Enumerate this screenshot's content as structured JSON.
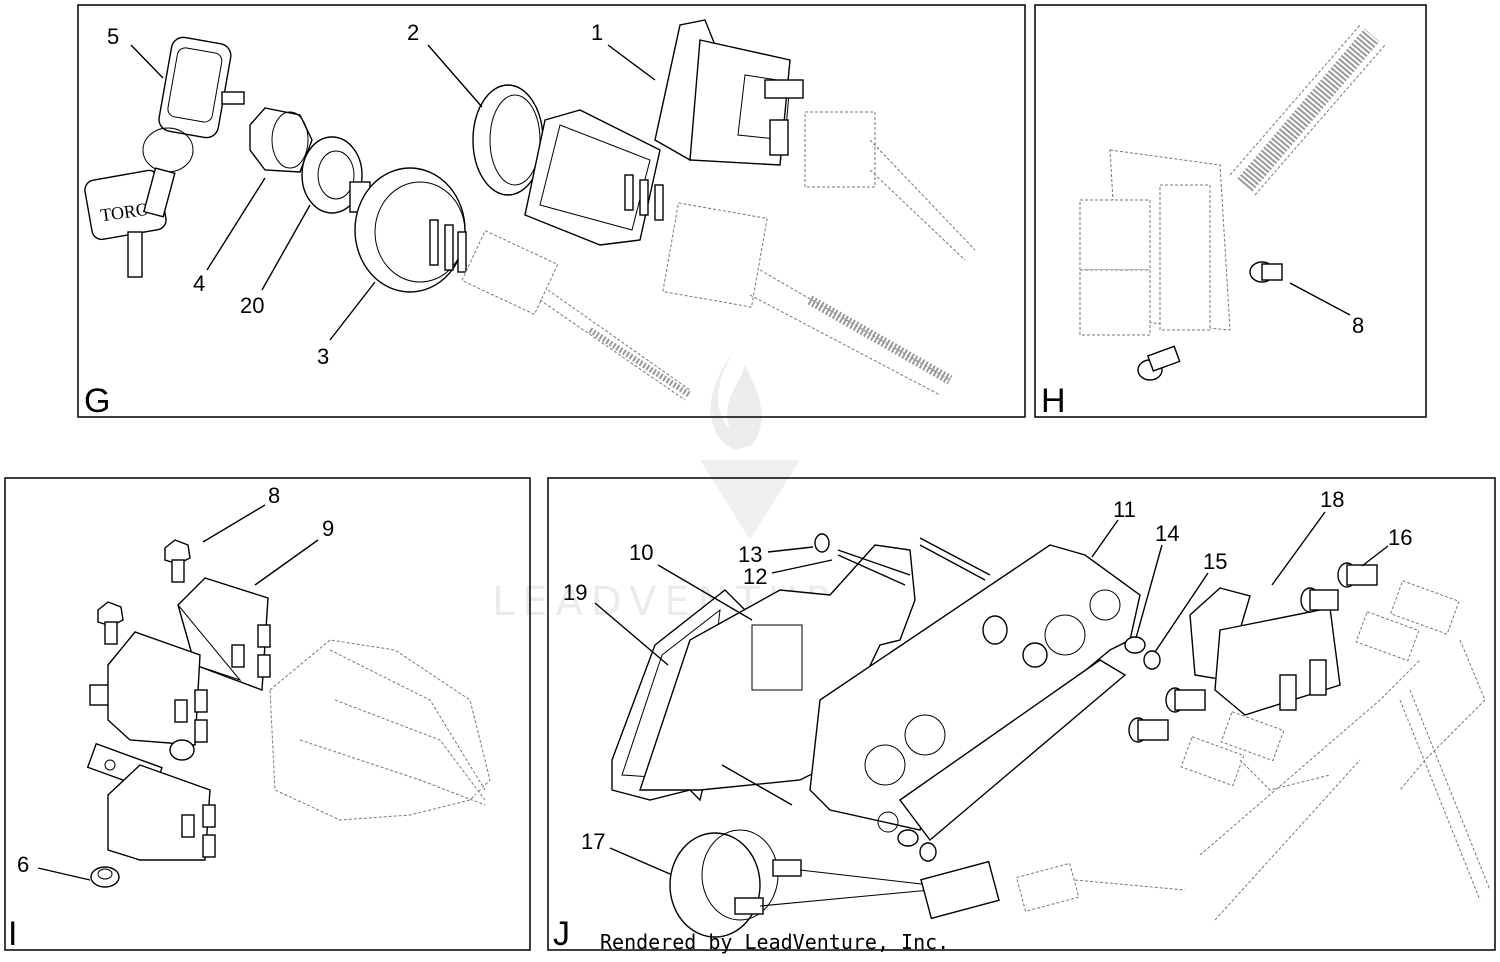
{
  "diagram": {
    "panels": [
      {
        "id": "G",
        "letter": "G"
      },
      {
        "id": "H",
        "letter": "H"
      },
      {
        "id": "I",
        "letter": "I"
      },
      {
        "id": "J",
        "letter": "J"
      }
    ],
    "callouts": {
      "G": [
        "5",
        "2",
        "1",
        "4",
        "20",
        "3"
      ],
      "H": [
        "8"
      ],
      "I": [
        "8",
        "9",
        "6"
      ],
      "J": [
        "10",
        "13",
        "12",
        "19",
        "11",
        "14",
        "15",
        "18",
        "16",
        "17"
      ]
    },
    "key_fob_text": "TORO",
    "watermark": "LEADVENTURE",
    "credit": "Rendered by LeadVenture, Inc."
  }
}
